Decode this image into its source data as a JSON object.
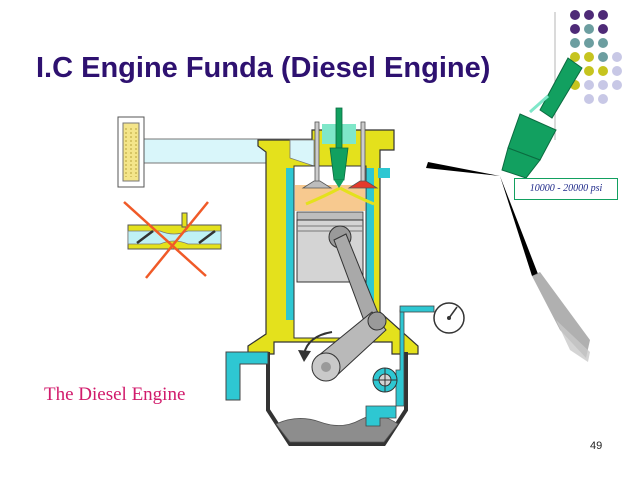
{
  "slide": {
    "title": "I.C Engine Funda (Diesel Engine)",
    "caption": "The Diesel Engine",
    "page_number": "49",
    "pressure_label": "10000  - 20000 psi"
  },
  "colors": {
    "title": "#2e1170",
    "caption": "#d11a6b",
    "engine_block": "#e4e11c",
    "coolant_passage": "#2ec7d2",
    "injector": "#12a060",
    "piston": "#d4d4d4",
    "combustion_chamber": "#f7c98f",
    "oil_sump": "#8d8d8d",
    "dot_purple": "#4e2a77",
    "dot_teal": "#6c9ea0",
    "dot_olive": "#c6c41f",
    "dot_lavender": "#c8c8e6"
  },
  "icons": [
    "fuel-filter-icon",
    "crossed-out-carburetor-icon",
    "pressure-gauge-icon",
    "oil-pump-icon",
    "injector-nozzle-icon",
    "rotation-arrow-icon",
    "fuel-spray-icon"
  ]
}
